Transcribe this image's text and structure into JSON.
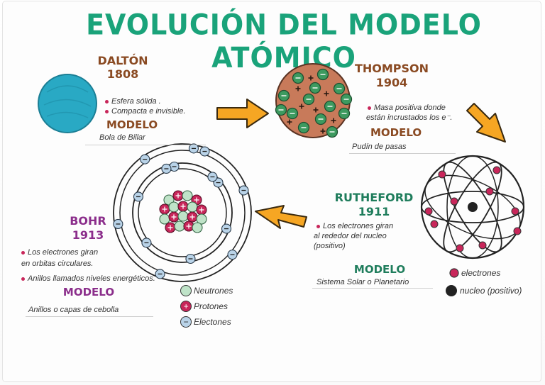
{
  "title": "EVOLUCIÓN DEL MODELO ATÓMICO",
  "colors": {
    "title": "#1aa37a",
    "brown_label": "#8a4a22",
    "green_label": "#1f7d5c",
    "purple_label": "#8b2e8b",
    "arrow_fill": "#f6a623",
    "dalton_sphere": "#29a9c4",
    "thompson_body": "#c87a5a",
    "neutron": "#bfe3c8",
    "proton": "#c8265a",
    "electron": "#b9d3e8",
    "rutherford_nucleus": "#222222"
  },
  "dalton": {
    "name": "DALTÓN",
    "year": "1808",
    "notes": [
      "Esfera sólida .",
      "Compacta e invisible."
    ],
    "model_label": "MODELO",
    "model_name": "Bola de Billar"
  },
  "thompson": {
    "name": "THOMPSON",
    "year": "1904",
    "notes": [
      "Masa positiva donde",
      "están incrustados los e⁻."
    ],
    "model_label": "MODELO",
    "model_name": "Pudín de pasas"
  },
  "rutherford": {
    "name": "RUTHEFORD",
    "year": "1911",
    "notes": [
      "Los electrones giran",
      "al rededor del nucleo",
      "(positivo)"
    ],
    "model_label": "MODELO",
    "model_name": "Sistema Solar o Planetario",
    "legend": [
      {
        "icon": "electron-dot-icon",
        "label": "electrones"
      },
      {
        "icon": "nucleus-dot-icon",
        "label": "nucleo (positivo)"
      }
    ]
  },
  "bohr": {
    "name": "BOHR",
    "year": "1913",
    "notes": [
      "Los electrones giran",
      "en orbitas circulares.",
      "Anillos llamados niveles energéticos."
    ],
    "model_label": "MODELO",
    "model_name": "Anillos o capas de cebolla",
    "legend": [
      {
        "icon": "neutron-icon",
        "symbol": "",
        "label": "Neutrones"
      },
      {
        "icon": "proton-icon",
        "symbol": "+",
        "label": "Protones"
      },
      {
        "icon": "electron-icon",
        "symbol": "−",
        "label": "Electones"
      }
    ]
  }
}
